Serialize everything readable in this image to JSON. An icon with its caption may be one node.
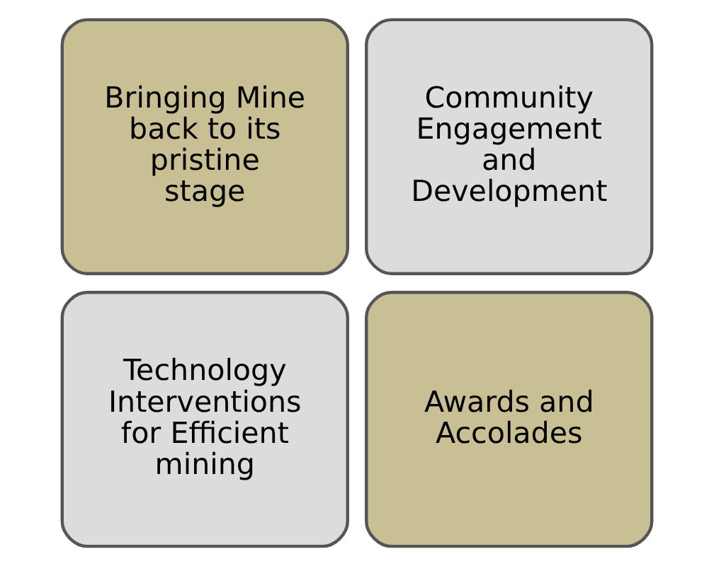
{
  "diagram": {
    "nodes": [
      {
        "text": [
          "Bringing Mine back to its pristine stage"
        ]
      },
      {
        "text": [
          "Community Engagement and Development"
        ]
      },
      {
        "text": [
          "Technology Interventions for Efficient mining"
        ]
      },
      {
        "text": [
          "Awards and Accolades"
        ]
      }
    ]
  }
}
